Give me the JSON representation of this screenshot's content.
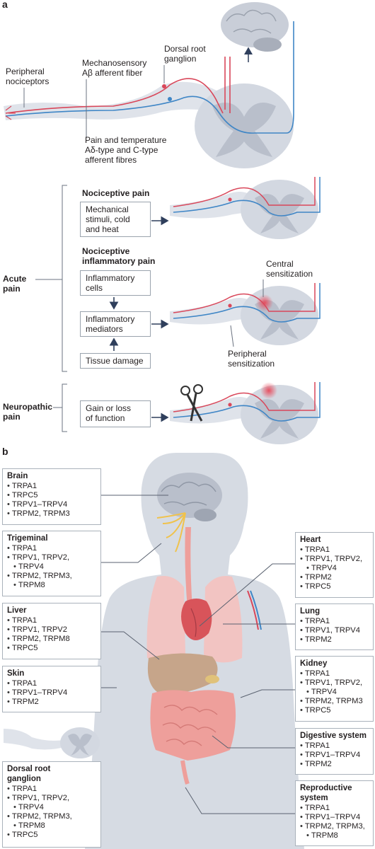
{
  "panel_a": {
    "letter": "a",
    "labels": {
      "peripheral": [
        "Peripheral",
        "nociceptors"
      ],
      "mechano": [
        "Mechanosensory",
        "Aβ afferent fiber"
      ],
      "drg": [
        "Dorsal root",
        "ganglion"
      ],
      "pain_temp": [
        "Pain and temperature",
        "Aδ-type and C-type",
        "afferent fibres"
      ],
      "nociceptive_title": "Nociceptive pain",
      "mechanical_box": [
        "Mechanical",
        "stimuli, cold",
        "and heat"
      ],
      "noci_infl_title": [
        "Nociceptive",
        "inflammatory pain"
      ],
      "infl_cells": [
        "Inflammatory",
        "cells"
      ],
      "infl_mediators": [
        "Inflammatory",
        "mediators"
      ],
      "tissue_damage": "Tissue damage",
      "central_sens": [
        "Central",
        "sensitization"
      ],
      "peripheral_sens": [
        "Peripheral",
        "sensitization"
      ],
      "acute_pain": [
        "Acute",
        "pain"
      ],
      "neuropathic_pain": [
        "Neuropathic",
        "pain"
      ],
      "gain_loss": [
        "Gain or loss",
        "of function"
      ]
    }
  },
  "panel_b": {
    "letter": "b",
    "organs": {
      "brain": {
        "title": "Brain",
        "items": [
          "TRPA1",
          "TRPC5",
          "TRPV1–TRPV4",
          "TRPM2, TRPM3"
        ]
      },
      "trigeminal": {
        "title": "Trigeminal",
        "items": [
          "TRPA1",
          "TRPV1, TRPV2,",
          "TRPV4",
          "TRPM2, TRPM3,",
          "TRPM8"
        ]
      },
      "liver": {
        "title": "Liver",
        "items": [
          "TRPA1",
          "TRPV1, TRPV2",
          "TRPM2, TRPM8",
          "TRPC5"
        ]
      },
      "skin": {
        "title": "Skin",
        "items": [
          "TRPA1",
          "TRPV1–TRPV4",
          "TRPM2"
        ]
      },
      "drg": {
        "title": "Dorsal root ganglion",
        "title_lines": [
          "Dorsal root",
          "ganglion"
        ],
        "items": [
          "TRPA1",
          "TRPV1, TRPV2,",
          "TRPV4",
          "TRPM2, TRPM3,",
          "TRPM8",
          "TRPC5"
        ]
      },
      "heart": {
        "title": "Heart",
        "items": [
          "TRPA1",
          "TRPV1, TRPV2,",
          "TRPV4",
          "TRPM2",
          "TRPC5"
        ]
      },
      "lung": {
        "title": "Lung",
        "items": [
          "TRPA1",
          "TRPV1, TRPV4",
          "TRPM2"
        ]
      },
      "kidney": {
        "title": "Kidney",
        "items": [
          "TRPA1",
          "TRPV1, TRPV2,",
          "TRPV4",
          "TRPM2, TRPM3",
          "TRPC5"
        ]
      },
      "digestive": {
        "title": "Digestive system",
        "items": [
          "TRPA1",
          "TRPV1–TRPV4",
          "TRPM2"
        ]
      },
      "reproductive": {
        "title": "Reproductive system",
        "title_lines": [
          "Reproductive",
          "system"
        ],
        "items": [
          "TRPA1",
          "TRPV1–TRPV4",
          "TRPM2, TRPM3,",
          "TRPM8"
        ]
      }
    }
  },
  "colors": {
    "nerve_red": "#d9475a",
    "nerve_blue": "#3f86c6",
    "tissue_grey": "#dfe3ea",
    "cord_grey": "#c7ccd6",
    "brain_grey": "#b9bfcb",
    "body_grey": "#d6dbe3",
    "lung_pink": "#f2c4c2",
    "heart_red": "#d8545a",
    "liver_tan": "#c6a58a",
    "gut_pink": "#ee9f9b",
    "nerve_yellow": "#f0c24b",
    "arrow_navy": "#2f3f5c"
  }
}
